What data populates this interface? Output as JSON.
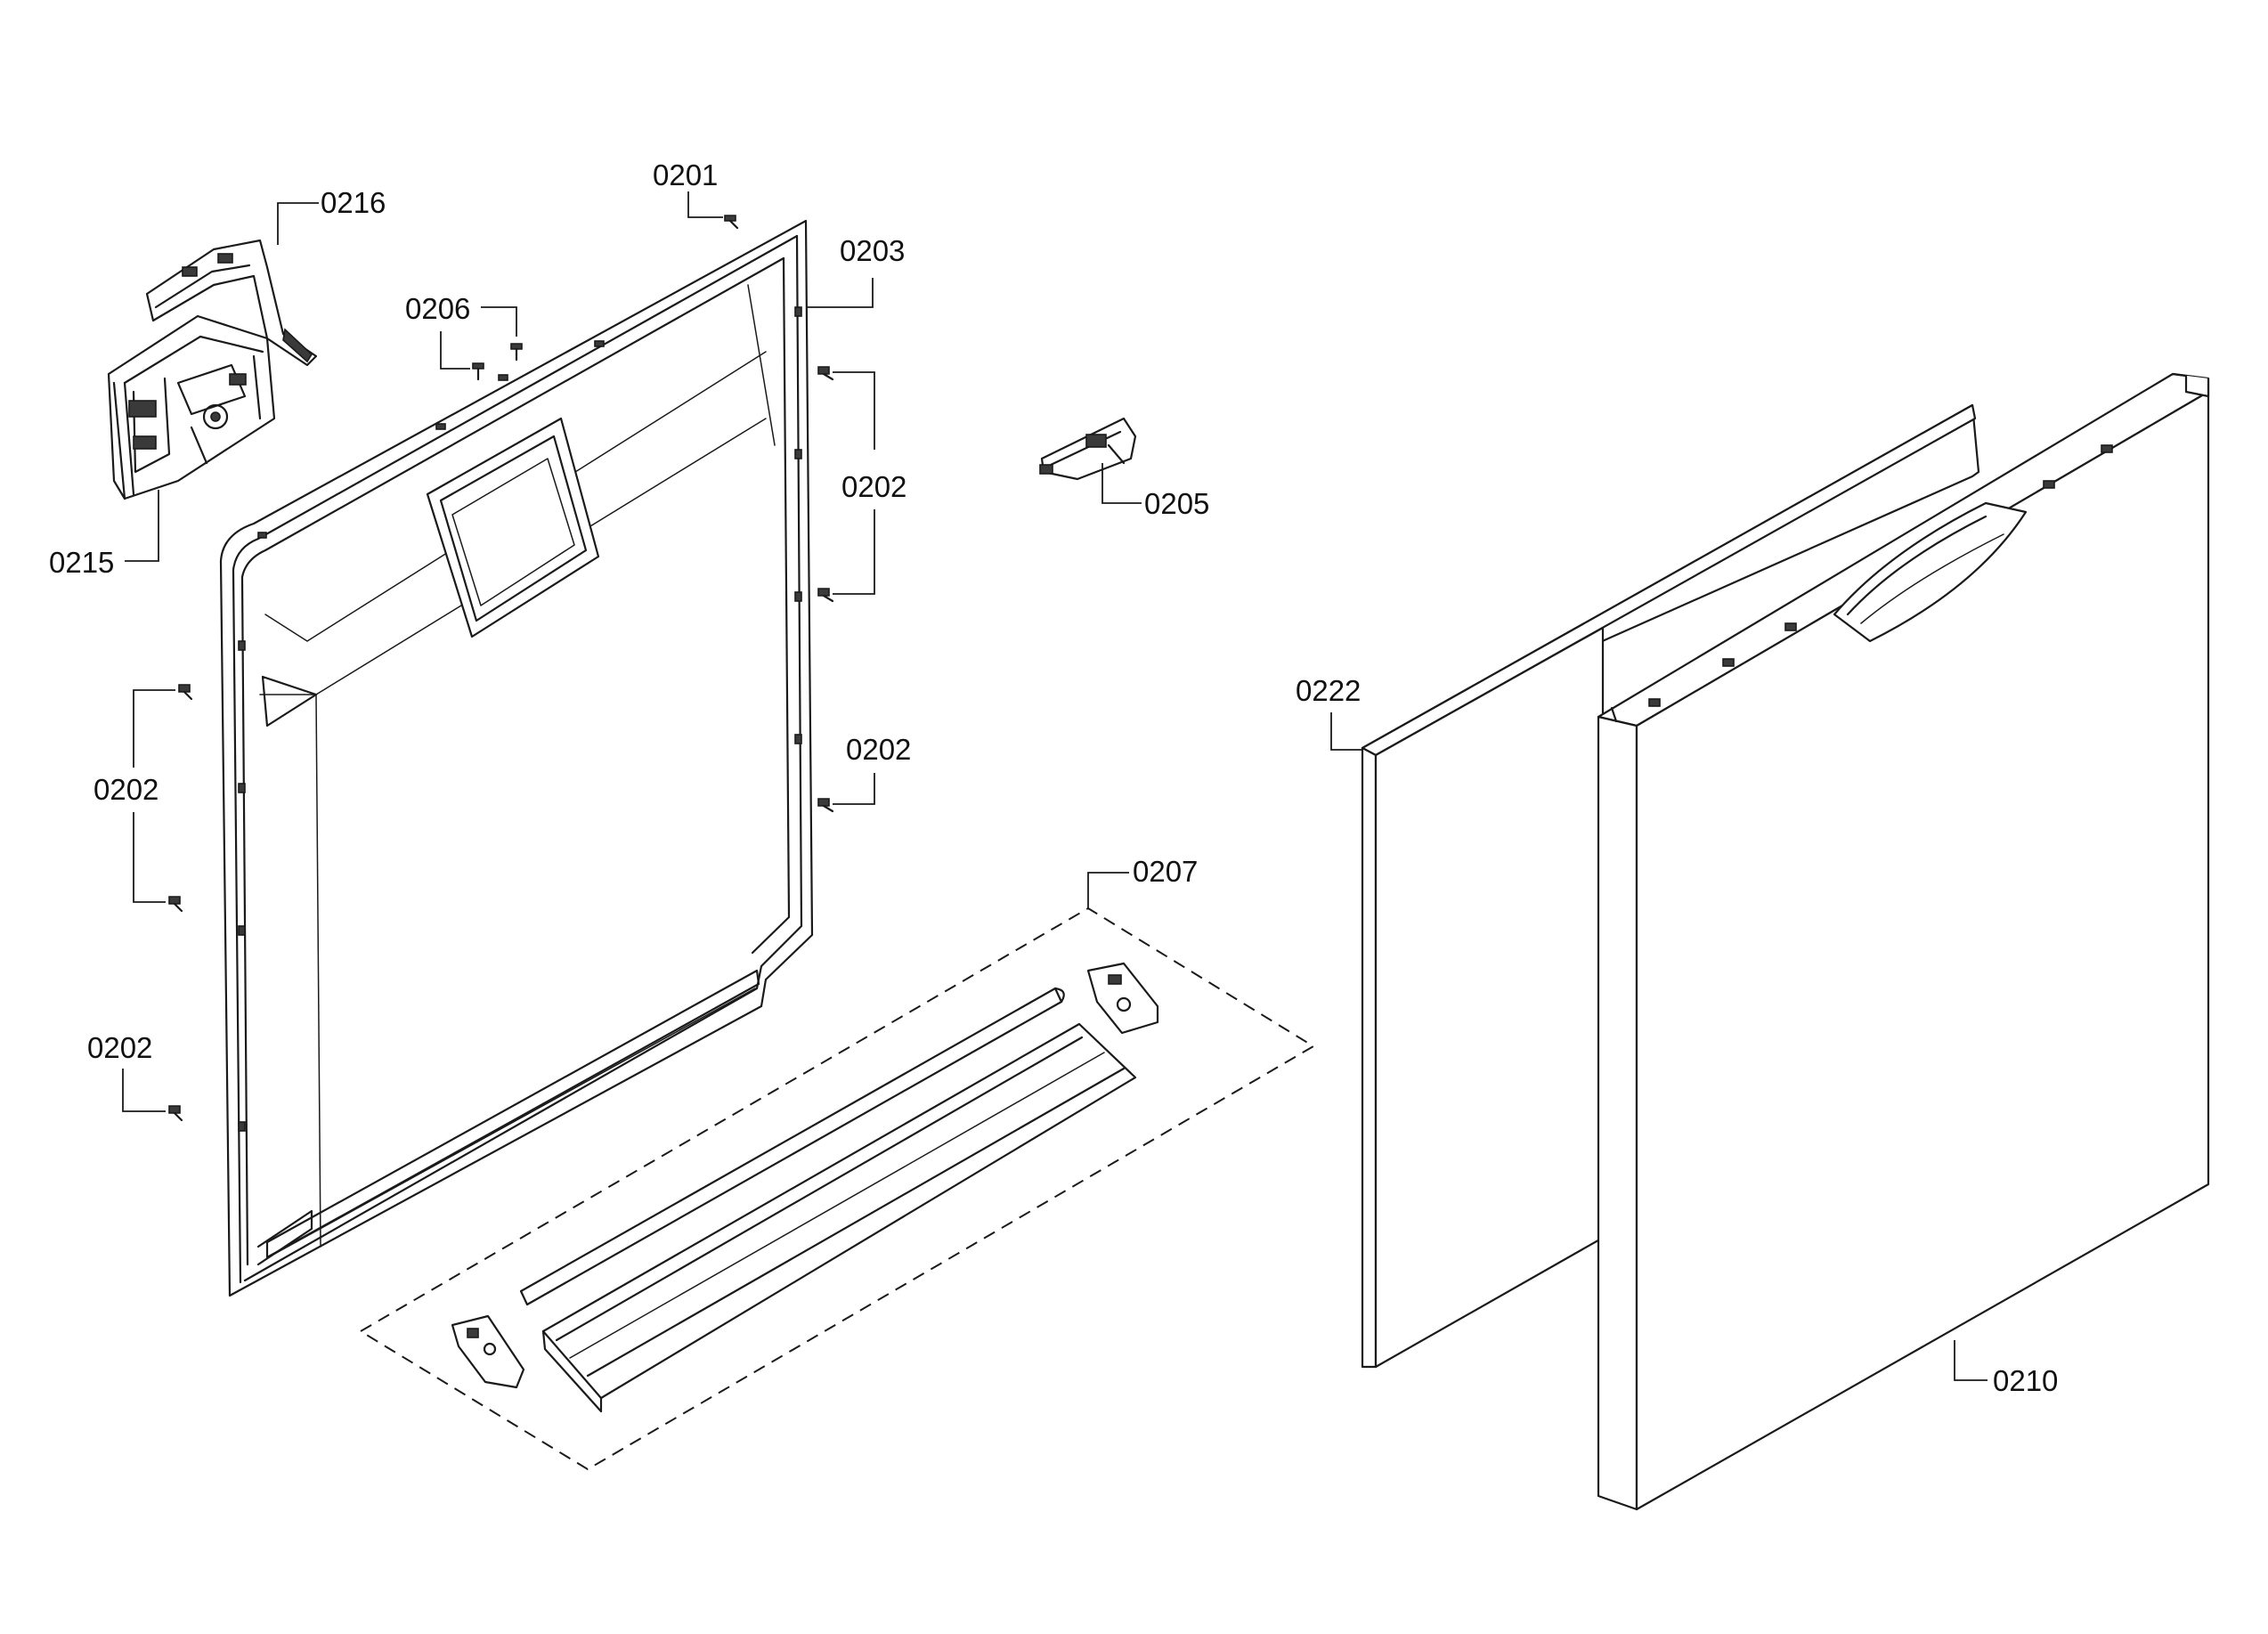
{
  "labels": {
    "p0201": "0201",
    "p0202_a": "0202",
    "p0202_b": "0202",
    "p0202_c": "0202",
    "p0202_d": "0202",
    "p0203": "0203",
    "p0205": "0205",
    "p0206": "0206",
    "p0207": "0207",
    "p0210": "0210",
    "p0215": "0215",
    "p0216": "0216",
    "p0222": "0222"
  }
}
